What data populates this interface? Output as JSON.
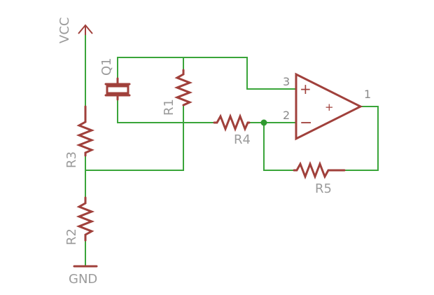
{
  "schematic": {
    "colors": {
      "wire": "#3aa53a",
      "component": "#a0403b",
      "label": "#9b9b9b",
      "junction": "#2f9a2f"
    },
    "vcc_label": "VCC",
    "gnd_label": "GND",
    "components": {
      "q1": "Q1",
      "r1": "R1",
      "r2": "R2",
      "r3": "R3",
      "r4": "R4",
      "r5": "R5"
    },
    "opamp": {
      "pin_noninverting": "3",
      "pin_inverting": "2",
      "pin_output": "1",
      "plus_sign": "+",
      "minus_sign": "−",
      "center_sign": "+"
    }
  }
}
